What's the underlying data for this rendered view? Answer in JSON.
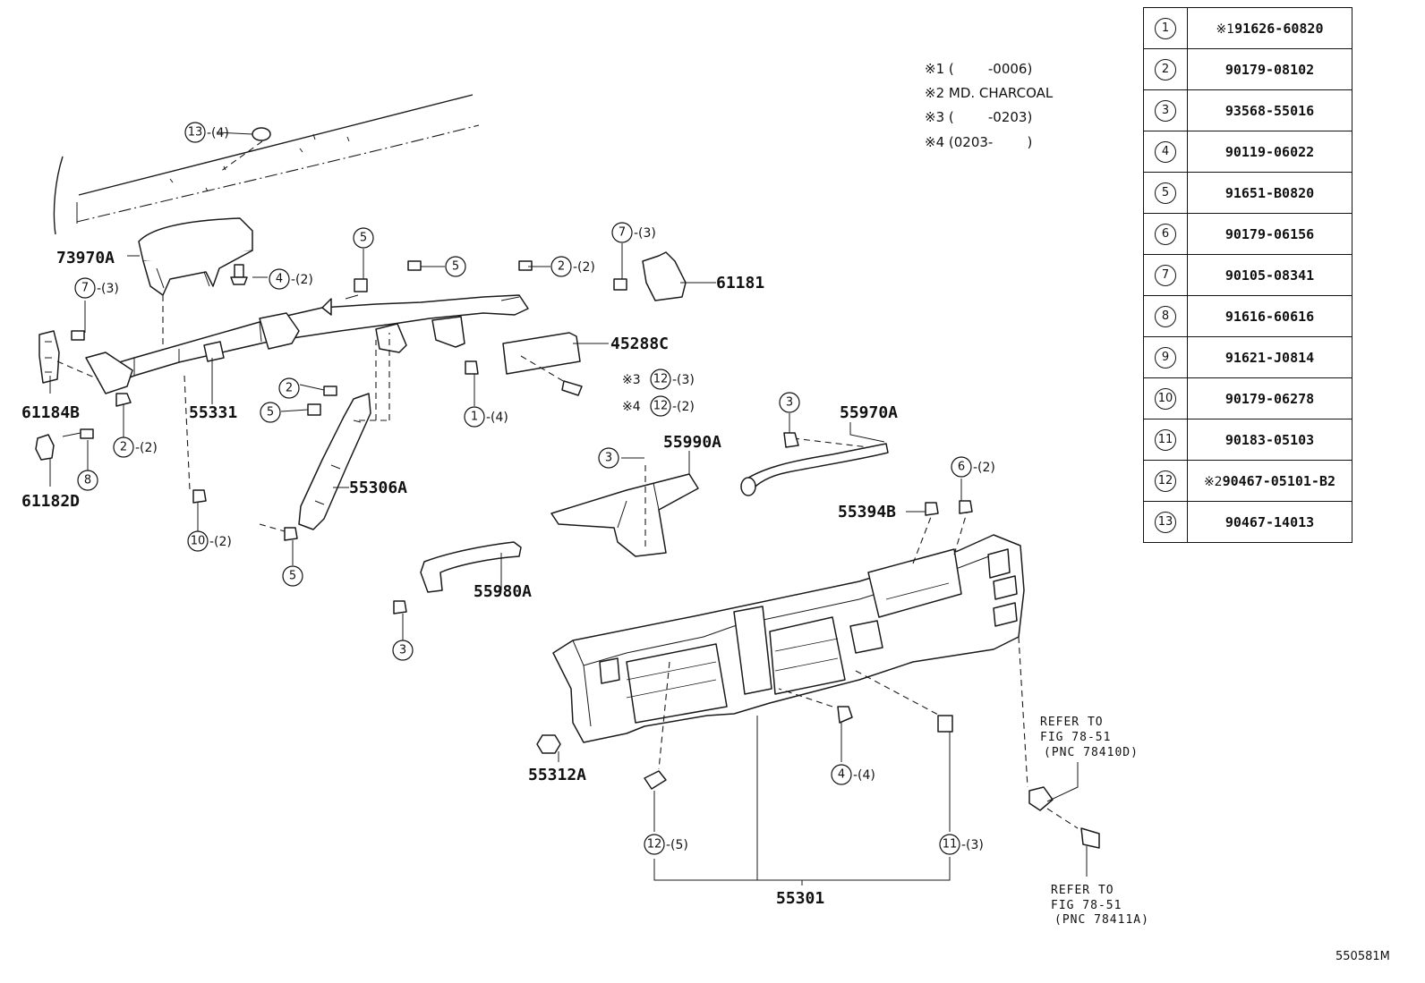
{
  "parts_table": [
    {
      "key": "1",
      "mark": "※1",
      "number": "91626-60820"
    },
    {
      "key": "2",
      "mark": "",
      "number": "90179-08102"
    },
    {
      "key": "3",
      "mark": "",
      "number": "93568-55016"
    },
    {
      "key": "4",
      "mark": "",
      "number": "90119-06022"
    },
    {
      "key": "5",
      "mark": "",
      "number": "91651-B0820"
    },
    {
      "key": "6",
      "mark": "",
      "number": "90179-06156"
    },
    {
      "key": "7",
      "mark": "",
      "number": "90105-08341"
    },
    {
      "key": "8",
      "mark": "",
      "number": "91616-60616"
    },
    {
      "key": "9",
      "mark": "",
      "number": "91621-J0814"
    },
    {
      "key": "10",
      "mark": "",
      "number": "90179-06278"
    },
    {
      "key": "11",
      "mark": "",
      "number": "90183-05103"
    },
    {
      "key": "12",
      "mark": "※2",
      "number": "90467-05101-B2"
    },
    {
      "key": "13",
      "mark": "",
      "number": "90467-14013"
    }
  ],
  "notes": [
    "※1 (        -0006)",
    "※2 MD. CHARCOAL",
    "※3 (        -0203)",
    "※4 (0203-        )"
  ],
  "part_labels": {
    "p73970A": "73970A",
    "p61181": "61181",
    "p45288C": "45288C",
    "p61184B": "61184B",
    "p55331": "55331",
    "p61182D": "61182D",
    "p55306A": "55306A",
    "p55970A": "55970A",
    "p55990A": "55990A",
    "p55394B": "55394B",
    "p55980A": "55980A",
    "p55312A": "55312A",
    "p55301": "55301"
  },
  "callouts": {
    "c13": {
      "num": "13",
      "qty": "-(4)"
    },
    "c4a": {
      "num": "4",
      "qty": "-(2)"
    },
    "c5a": {
      "num": "5",
      "qty": ""
    },
    "c5b": {
      "num": "5",
      "qty": ""
    },
    "c2a": {
      "num": "2",
      "qty": "-(2)"
    },
    "c7a": {
      "num": "7",
      "qty": "-(3)"
    },
    "c7b": {
      "num": "7",
      "qty": "-(3)"
    },
    "c2b": {
      "num": "2",
      "qty": "-(2)"
    },
    "c8": {
      "num": "8",
      "qty": ""
    },
    "c10": {
      "num": "10",
      "qty": "-(2)"
    },
    "c2c": {
      "num": "2",
      "qty": ""
    },
    "c5c": {
      "num": "5",
      "qty": ""
    },
    "c5d": {
      "num": "5",
      "qty": ""
    },
    "c1": {
      "num": "1",
      "qty": "-(4)"
    },
    "c12a": {
      "num": "12",
      "qty": "-(3)",
      "prefix": "※3"
    },
    "c12b": {
      "num": "12",
      "qty": "-(2)",
      "prefix": "※4"
    },
    "c3a": {
      "num": "3",
      "qty": ""
    },
    "c3b": {
      "num": "3",
      "qty": ""
    },
    "c6": {
      "num": "6",
      "qty": "-(2)"
    },
    "c3c": {
      "num": "3",
      "qty": ""
    },
    "c4b": {
      "num": "4",
      "qty": "-(4)"
    },
    "c12c": {
      "num": "12",
      "qty": "-(5)"
    },
    "c11": {
      "num": "11",
      "qty": "-(3)"
    }
  },
  "refer_notes": {
    "top": [
      "REFER TO",
      "FIG 78-51",
      "(PNC 78410D)"
    ],
    "bottom": [
      "REFER TO",
      "FIG 78-51",
      "(PNC 78411A)"
    ]
  },
  "diagram_code": "550581M"
}
